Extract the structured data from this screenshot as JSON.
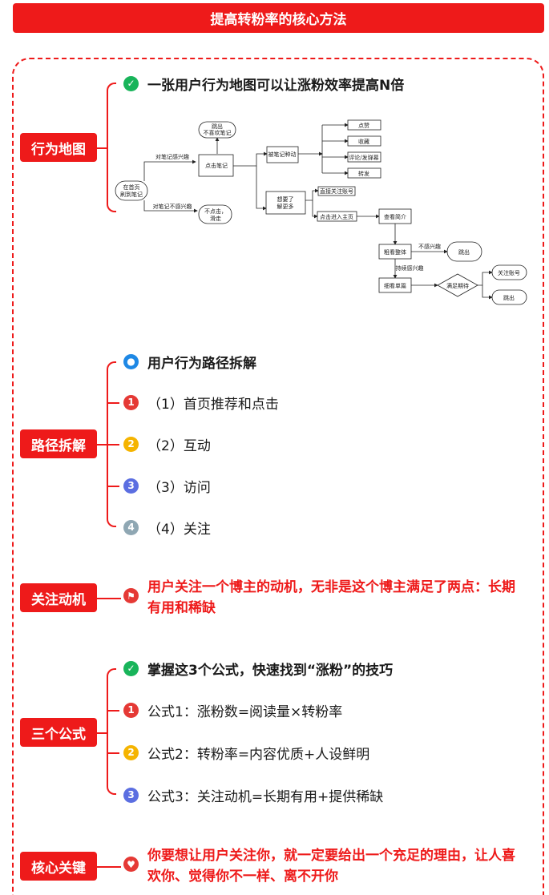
{
  "title": "提高转粉率的核心方法",
  "sections": {
    "map": {
      "tag": "行为地图",
      "heading": "一张用户行为地图可以让涨粉效率提高N倍",
      "flow": {
        "start": [
          "在首页",
          "刷到笔记"
        ],
        "like_label": "对笔记感兴趣",
        "dislike_label": "对笔记不感兴趣",
        "exit_top": [
          "跳出",
          "不喜欢笔记"
        ],
        "click_note": "点击笔记",
        "no_click": [
          "不点击，",
          "滑走"
        ],
        "moved": "被笔记种动",
        "actions": [
          "点赞",
          "收藏",
          "评论/发弹幕",
          "转发"
        ],
        "want_more": [
          "想要了",
          "解更多"
        ],
        "follow_direct": "直接关注账号",
        "enter_home": "点击进入主页",
        "view_intro": "查看简介",
        "browse": "粗看整体",
        "not_interested": "不感兴趣",
        "exit_mid": "跳出",
        "keep_interest": "持续感兴趣",
        "read_detail": "细看单篇",
        "satisfy": "满足期待",
        "follow_account": "关注账号",
        "exit_end": "跳出"
      }
    },
    "path": {
      "tag": "路径拆解",
      "heading": "用户行为路径拆解",
      "items": [
        {
          "num": "1",
          "text": "（1）首页推荐和点击"
        },
        {
          "num": "2",
          "text": "（2）互动"
        },
        {
          "num": "3",
          "text": "（3）访问"
        },
        {
          "num": "4",
          "text": "（4）关注"
        }
      ]
    },
    "motive": {
      "tag": "关注动机",
      "text": "用户关注一个博主的动机，无非是这个博主满足了两点：长期有用和稀缺"
    },
    "formula": {
      "tag": "三个公式",
      "heading": "掌握这3个公式，快速找到“涨粉”的技巧",
      "items": [
        {
          "num": "1",
          "text": "公式1：涨粉数=阅读量×转粉率"
        },
        {
          "num": "2",
          "text": "公式2：转粉率=内容优质+人设鲜明"
        },
        {
          "num": "3",
          "text": "公式3：关注动机=长期有用+提供稀缺"
        }
      ]
    },
    "key": {
      "tag": "核心关键",
      "text": "你要想让用户关注你，就一定要给出一个充足的理由，让人喜欢你、觉得你不一样、离不开你"
    }
  }
}
